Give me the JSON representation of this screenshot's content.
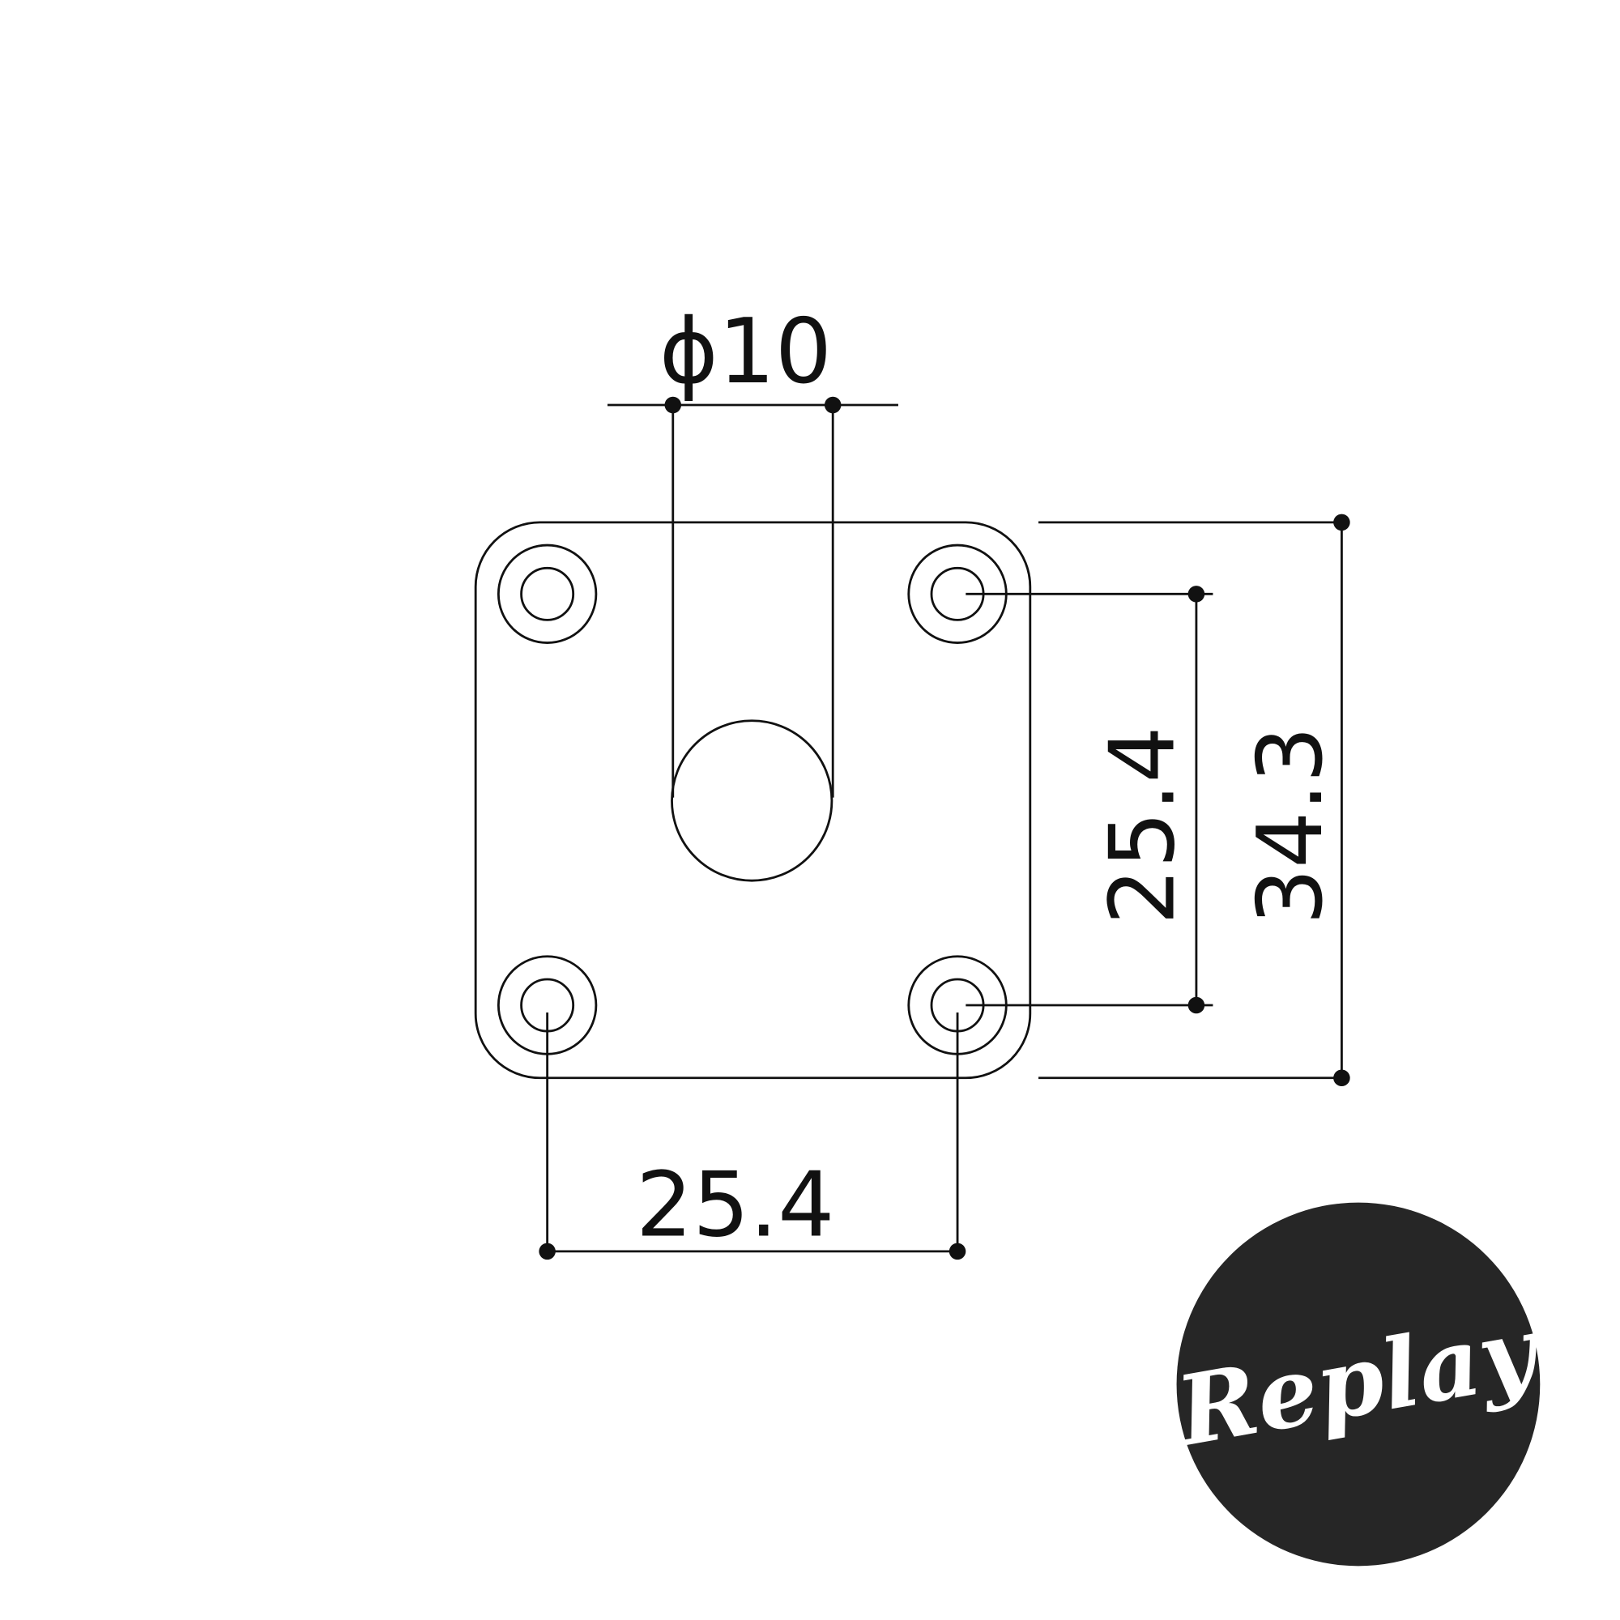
{
  "drawing": {
    "dimensions": {
      "hole_diameter": "ϕ10",
      "mounting_hole_vertical_spacing": "25.4",
      "plate_height": "34.3",
      "mounting_hole_horizontal_spacing": "25.4"
    },
    "line_color": "#111111",
    "background": "#ffffff"
  },
  "logo": {
    "text": "Replay",
    "background_color": "#262626",
    "text_color": "#ffffff"
  }
}
